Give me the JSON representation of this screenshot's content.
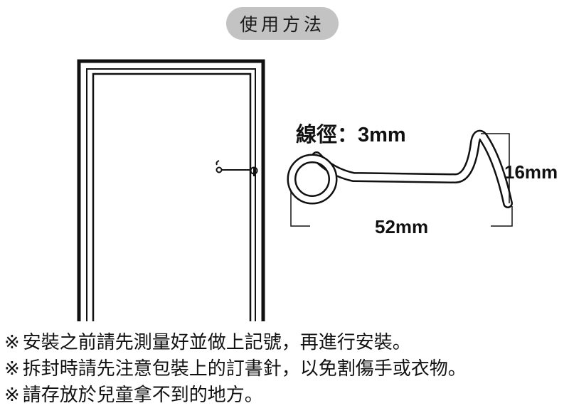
{
  "title": "使用方法",
  "wire_label": "線徑：3mm",
  "dimensions": {
    "height": "16mm",
    "width": "52mm"
  },
  "notes": {
    "mark": "※",
    "items": [
      "安裝之前請先測量好並做上記號，再進行安裝。",
      "拆封時請先注意包裝上的訂書針，以免割傷手或衣物。",
      "請存放於兒童拿不到的地方。"
    ]
  },
  "colors": {
    "pill": "#c3c3c3",
    "line": "#111111",
    "background": "#ffffff"
  }
}
